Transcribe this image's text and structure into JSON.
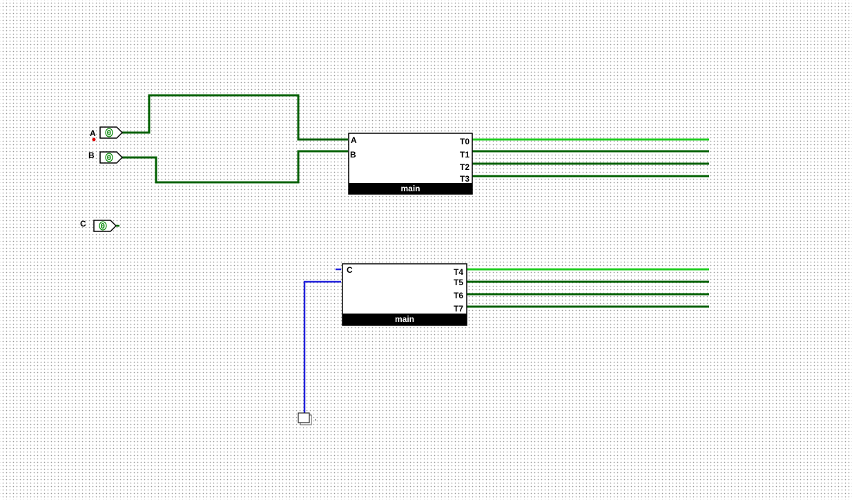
{
  "inputs": [
    {
      "label": "A",
      "value": "0"
    },
    {
      "label": "B",
      "value": "0"
    },
    {
      "label": "C",
      "value": "0"
    }
  ],
  "subcircuits": [
    {
      "name": "main",
      "input_pins": [
        "A",
        "B"
      ],
      "output_pins": [
        "T0",
        "T1",
        "T2",
        "T3"
      ]
    },
    {
      "name": "main",
      "input_pins": [
        "C"
      ],
      "output_pins": [
        "T4",
        "T5",
        "T6",
        "T7"
      ]
    }
  ],
  "colors": {
    "wire_off": "#006000",
    "wire_on": "#22cc22",
    "wire_unconnected": "#2222dd",
    "pin_value": "#0a8a0a",
    "banner": "#000000",
    "probe_dot": "#dd0000"
  },
  "active_outputs": [
    "T0",
    "T4"
  ]
}
